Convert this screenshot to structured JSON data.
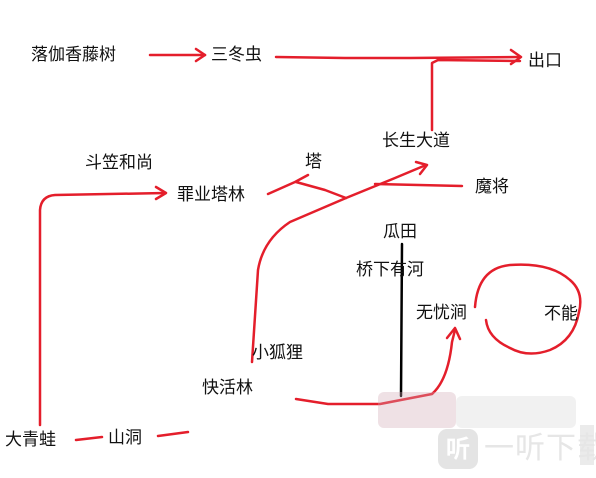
{
  "nodes": {
    "luojia": "落伽香藤树",
    "sandong": "三冬虫",
    "chukou": "出口",
    "changsheng": "长生大道",
    "douli": "斗笠和尚",
    "ta": "塔",
    "zuiye": "罪业塔林",
    "mojiang": "魔将",
    "guatian": "瓜田",
    "qiaoxia": "桥下有河",
    "wuyou": "无忧涧",
    "buneng": "不能",
    "xiaohu": "小狐狸",
    "kuaihuo": "快活林",
    "daqingwa": "大青蛙",
    "shandong": "山洞"
  },
  "watermark": {
    "icon": "听",
    "text": "一听下载"
  },
  "colors": {
    "arrow": "#e41e2b",
    "line": "#000000",
    "text": "#111111"
  }
}
